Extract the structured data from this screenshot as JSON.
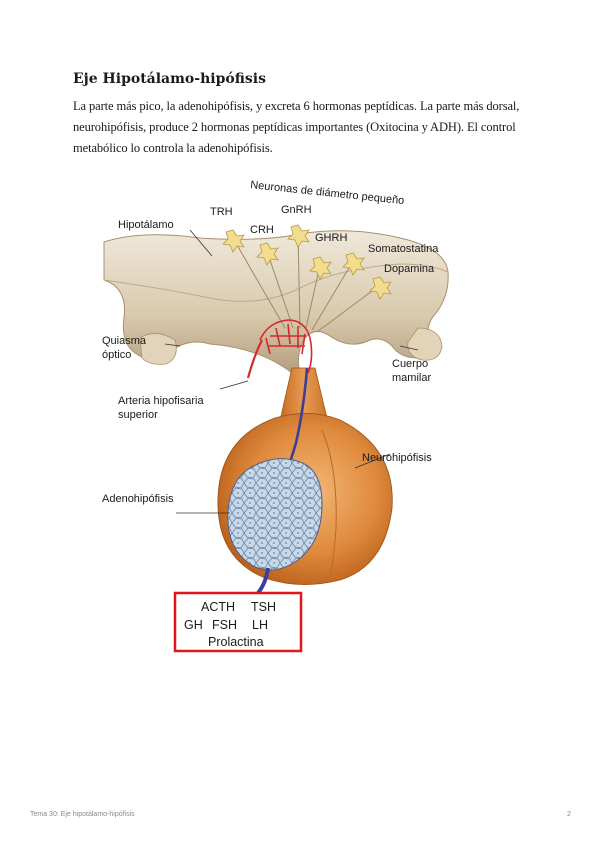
{
  "section": {
    "title": "Eje Hipotálamo-hipófisis",
    "paragraph": "La parte más pico, la adenohipófisis, y excreta 6 hormonas peptídicas. La parte más dorsal, neurohipófisis, produce 2 hormonas peptídicas importantes (Oxitocina y ADH). El control metabólico lo controla la adenohipófisis."
  },
  "figure": {
    "labels": {
      "neuronas": "Neuronas de diámetro pequeño",
      "hipotalamo": "Hipotálamo",
      "trh": "TRH",
      "crh": "CRH",
      "gnrh": "GnRH",
      "ghrh": "GHRH",
      "somatostatina": "Somatostatina",
      "dopamina": "Dopamina",
      "quiasma_1": "Quiasma",
      "quiasma_2": "óptico",
      "cuerpo_1": "Cuerpo",
      "cuerpo_2": "mamilar",
      "arteria_1": "Arteria hipofisaria",
      "arteria_2": "superior",
      "neurohipofisis": "Neurohipófisis",
      "adenohipofisis": "Adenohipófisis"
    },
    "hormone_box": {
      "row1": [
        "ACTH",
        "TSH"
      ],
      "row2": [
        "GH",
        "FSH",
        "LH"
      ],
      "row3": "Prolactina",
      "border_color": "#e0161d"
    }
  },
  "footer": {
    "doc_title": "Tema 30: Eje hipotálamo-hipófisis",
    "page_number": "2"
  }
}
